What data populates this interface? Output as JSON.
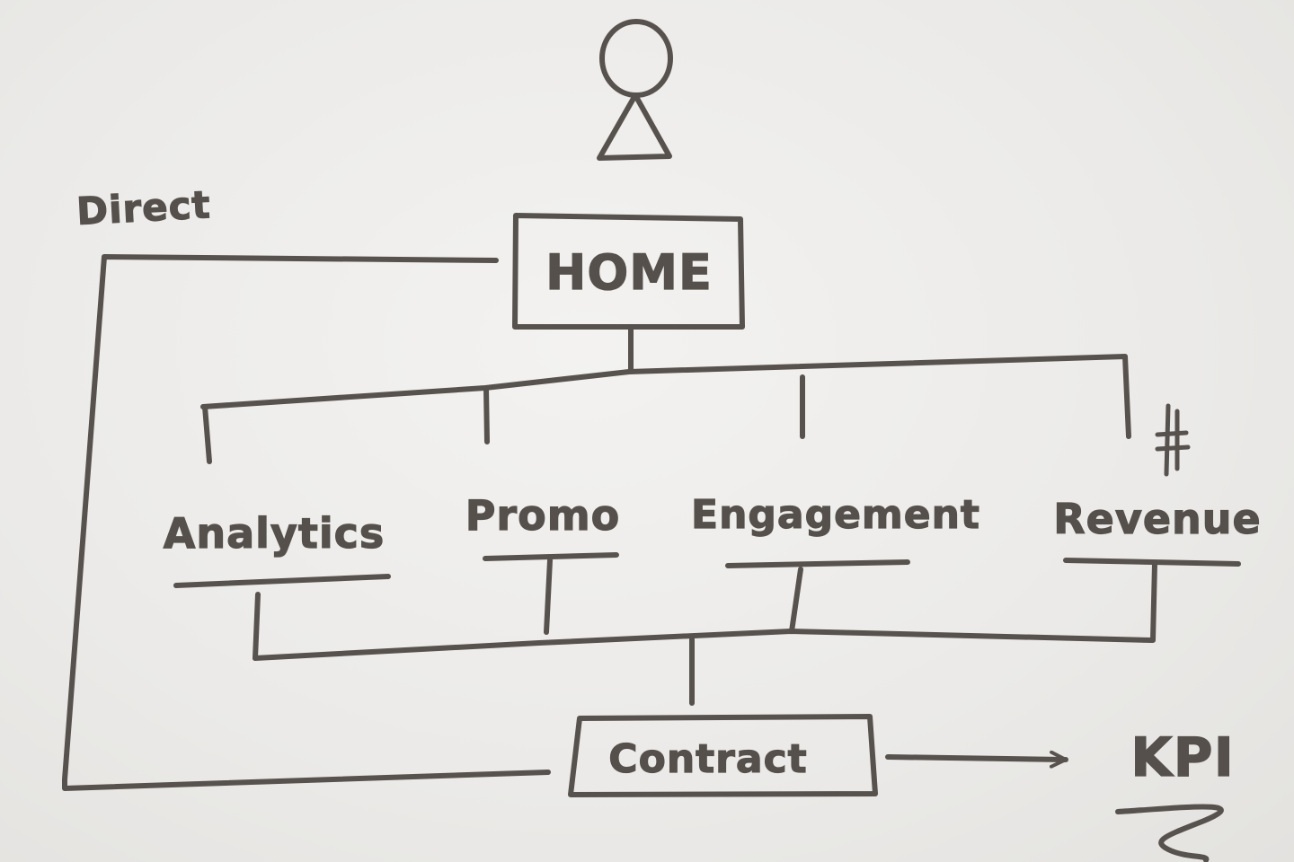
{
  "colors": {
    "ink": "#57524d",
    "board": "#ecebe9"
  },
  "icons": {
    "person": "stick-figure-icon"
  },
  "diagram": {
    "direct_label": "Direct",
    "home": "HOME",
    "children": [
      "Analytics",
      "Promo",
      "Engagement",
      "Revenue"
    ],
    "revenue_mark": "#",
    "contract": "Contract",
    "kpi": "KPI"
  }
}
